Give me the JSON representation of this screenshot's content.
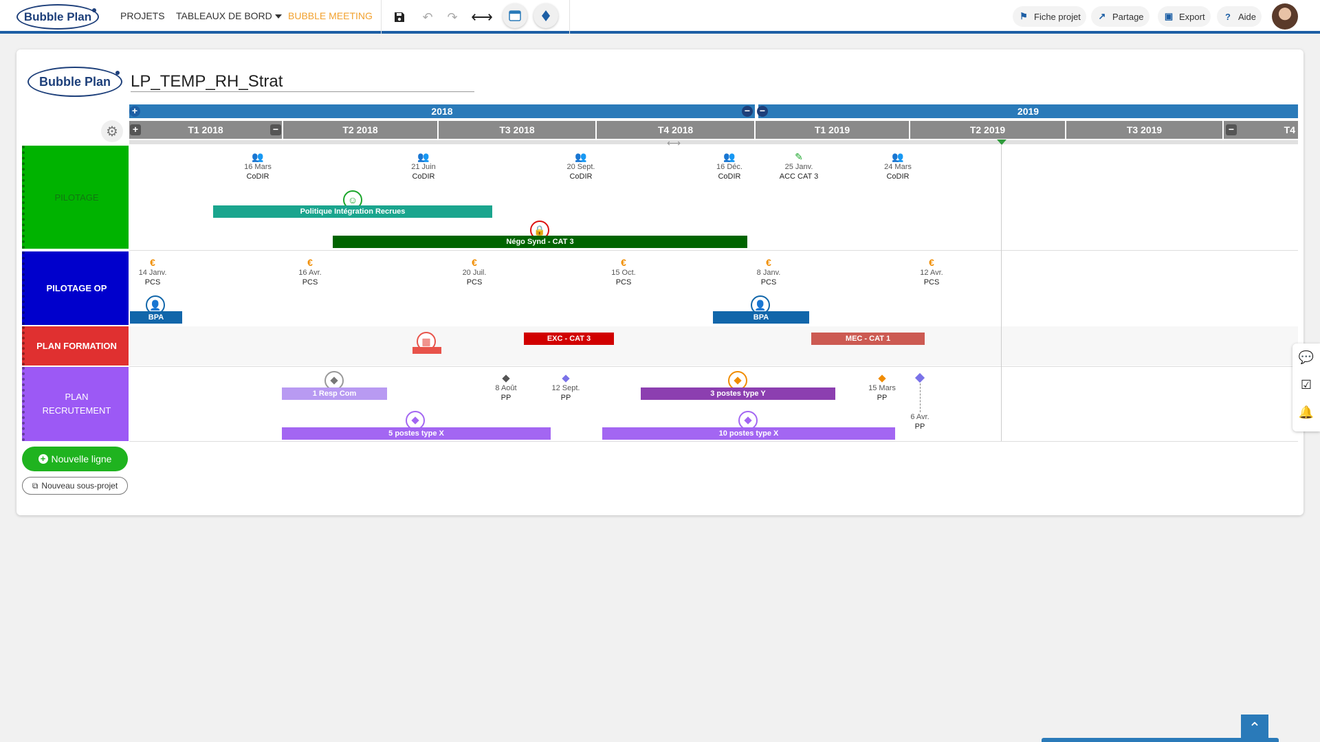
{
  "app": {
    "logo_text": "Bubble Plan",
    "nav": [
      "PROJETS",
      "TABLEAUX DE BORD",
      "BUBBLE MEETING"
    ],
    "right_buttons": [
      "Fiche projet",
      "Partage",
      "Export",
      "Aide"
    ],
    "accent_color": "#f2a12e",
    "brand_color": "#1d5fa5"
  },
  "project": {
    "title": "LP_TEMP_RH_Strat"
  },
  "timeline": {
    "years": [
      "2018",
      "2019"
    ],
    "quarters": [
      "T1 2018",
      "T2 2018",
      "T3 2018",
      "T4 2018",
      "T1 2019",
      "T2 2019",
      "T3 2019",
      "T4"
    ]
  },
  "lanes": [
    {
      "name": "PILOTAGE",
      "color": "#00b300",
      "milestones": [
        {
          "date": "16 Mars",
          "label": "CoDIR",
          "icon": "group-icon"
        },
        {
          "date": "21 Juin",
          "label": "CoDIR",
          "icon": "group-icon"
        },
        {
          "date": "20 Sept.",
          "label": "CoDIR",
          "icon": "group-icon"
        },
        {
          "date": "16 Déc.",
          "label": "CoDIR",
          "icon": "group-icon"
        },
        {
          "date": "25 Janv.",
          "label": "ACC CAT 3",
          "icon": "edit-icon"
        },
        {
          "date": "24 Mars",
          "label": "CoDIR",
          "icon": "group-icon"
        }
      ],
      "bars": [
        {
          "label": "Politique Intégration Recrues",
          "color": "#1aa58e"
        },
        {
          "label": "Négo Synd - CAT 3",
          "color": "#006400"
        }
      ]
    },
    {
      "name": "PILOTAGE OP",
      "color": "#0000cc",
      "milestones": [
        {
          "date": "14 Janv.",
          "label": "PCS",
          "icon": "euro-icon"
        },
        {
          "date": "16 Avr.",
          "label": "PCS",
          "icon": "euro-icon"
        },
        {
          "date": "20 Juil.",
          "label": "PCS",
          "icon": "euro-icon"
        },
        {
          "date": "15 Oct.",
          "label": "PCS",
          "icon": "euro-icon"
        },
        {
          "date": "8 Janv.",
          "label": "PCS",
          "icon": "euro-icon"
        },
        {
          "date": "12 Avr.",
          "label": "PCS",
          "icon": "euro-icon"
        }
      ],
      "bars": [
        {
          "label": "BPA",
          "color": "#1166aa"
        },
        {
          "label": "BPA",
          "color": "#1166aa"
        }
      ]
    },
    {
      "name": "PLAN FORMATION",
      "color": "#e03030",
      "milestones": [],
      "bars": [
        {
          "label": "",
          "color": "#e8534a"
        },
        {
          "label": "EXC - CAT 3",
          "color": "#d10000"
        },
        {
          "label": "MEC - CAT 1",
          "color": "#cc5a52"
        }
      ]
    },
    {
      "name": "PLAN RECRUTEMENT",
      "color": "#9c59f5",
      "milestones": [
        {
          "date": "8 Août",
          "label": "PP",
          "icon": "diamond-icon",
          "color": "#555555"
        },
        {
          "date": "12 Sept.",
          "label": "PP",
          "icon": "diamond-icon",
          "color": "#7a72e8"
        },
        {
          "date": "15 Mars",
          "label": "PP",
          "icon": "diamond-icon",
          "color": "#f08c00"
        },
        {
          "date": "6 Avr.",
          "label": "PP",
          "icon": "diamond-icon",
          "color": "#7a72e8"
        }
      ],
      "bars": [
        {
          "label": "1 Resp Com",
          "color": "#b89af2"
        },
        {
          "label": "3 postes type Y",
          "color": "#8c3fb0"
        },
        {
          "label": "5 postes type X",
          "color": "#a366f2"
        },
        {
          "label": "10 postes type X",
          "color": "#a366f2"
        }
      ]
    }
  ],
  "actions": {
    "new_line": "Nouvelle ligne",
    "new_subproject": "Nouveau sous-projet"
  }
}
